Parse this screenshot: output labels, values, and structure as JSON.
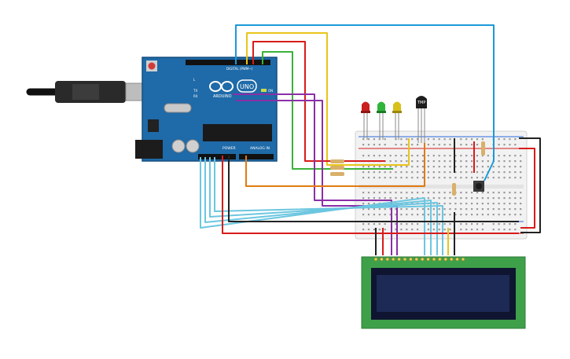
{
  "board": {
    "brand": "ARDUINO",
    "model": "UNO",
    "digital_label": "DIGITAL (PWM~)",
    "power_label": "POWER",
    "analog_label": "ANALOG IN",
    "on_label": "ON",
    "tx_label": "TX",
    "rx_label": "RX",
    "l_label": "L"
  },
  "sensor": {
    "label": "TMP"
  },
  "leds": [
    {
      "color": "#cc1f1f",
      "dark": "#8e1414"
    },
    {
      "color": "#2fb53a",
      "dark": "#1c7a25"
    },
    {
      "color": "#d7c01a",
      "dark": "#9a8810"
    }
  ],
  "colors": {
    "board": "#1f6aa8",
    "board_dark": "#174f80",
    "lcd_pcb": "#3fa04a",
    "lcd_screen": "#1d2a55",
    "breadboard": "#f2f2f2",
    "wire_red": "#d81b1b",
    "wire_black": "#222222",
    "wire_blue": "#1a9ad9",
    "wire_yellow": "#e8c51a",
    "wire_green": "#3ab23a",
    "wire_orange": "#e07b10",
    "wire_purple": "#8b2fa8",
    "wire_cyan": "#6cc6e0"
  }
}
